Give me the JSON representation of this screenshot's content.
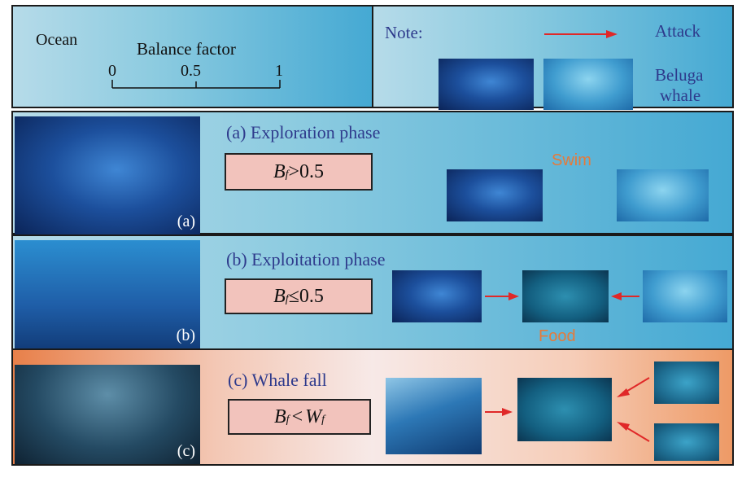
{
  "legend": {
    "ocean": "Ocean",
    "balance_factor": "Balance factor",
    "scale_ticks": [
      "0",
      "0.5",
      "1"
    ],
    "note": "Note:",
    "attack": "Attack",
    "beluga_line1": "Beluga",
    "beluga_line2": "whale"
  },
  "phases": [
    {
      "title": "(a) Exploration phase",
      "corner": "(a)",
      "formula_sym": "B",
      "formula_sub": "f",
      "formula_rest": ">0.5",
      "label": "Swim"
    },
    {
      "title": "(b) Exploitation phase",
      "corner": "(b)",
      "formula_sym": "B",
      "formula_sub": "f",
      "formula_rest": "≤0.5",
      "label": "Food"
    },
    {
      "title": "(c) Whale fall",
      "corner": "(c)",
      "formula_sym": "B",
      "formula_sub": "f",
      "formula_rest": "<",
      "formula_sym2": "W",
      "formula_sub2": "f"
    }
  ],
  "colors": {
    "arrow": "#e02828",
    "navy_text": "#2e3a8c",
    "orange_text": "#e57a3a"
  },
  "icons": [
    "whale-photo",
    "beluga-photo",
    "food-photo",
    "arrow-icon"
  ]
}
